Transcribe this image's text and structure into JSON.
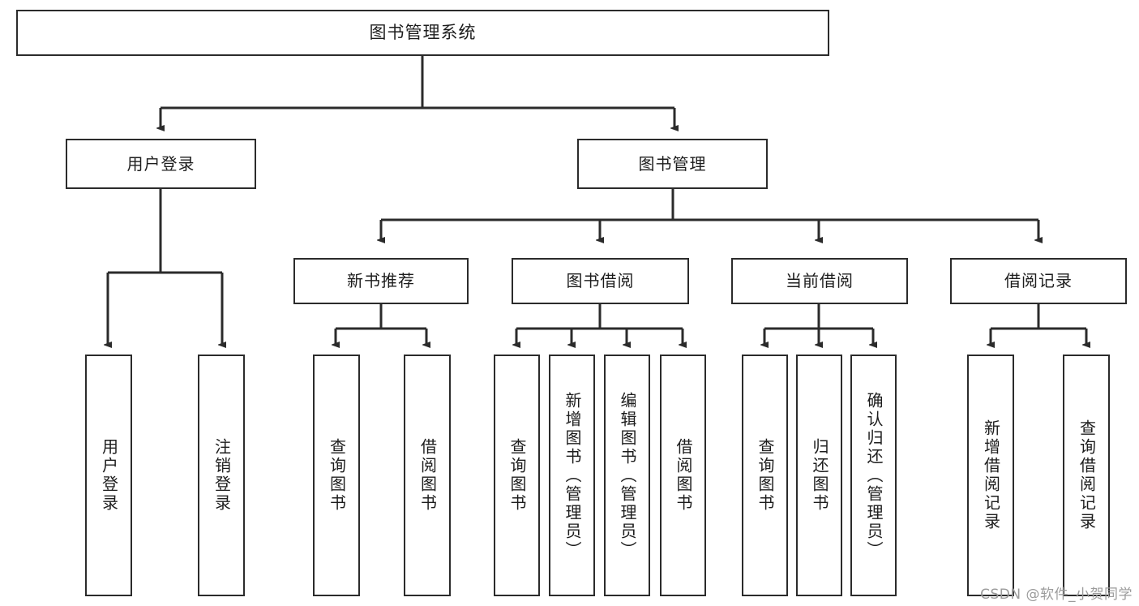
{
  "diagram": {
    "type": "tree-hierarchy",
    "title": "图书管理系统",
    "theme": {
      "background": "#ffffff",
      "box_border": "#2b2b2b",
      "box_fill": "#ffffff",
      "connector": "#2b2b2b",
      "text": "#1d1d1d",
      "watermark": "#9b9b9b"
    },
    "root": {
      "label": "图书管理系统"
    },
    "level2": [
      {
        "label": "用户登录"
      },
      {
        "label": "图书管理"
      }
    ],
    "level3": [
      {
        "label": "新书推荐"
      },
      {
        "label": "图书借阅"
      },
      {
        "label": "当前借阅"
      },
      {
        "label": "借阅记录"
      }
    ],
    "leaves": {
      "user_login": [
        {
          "label": "用户登录"
        },
        {
          "label": "注销登录"
        }
      ],
      "new_book_recommend": [
        {
          "label": "查询图书"
        },
        {
          "label": "借阅图书"
        }
      ],
      "book_borrow": [
        {
          "label": "查询图书"
        },
        {
          "label": "新增图书（管理员）"
        },
        {
          "label": "编辑图书（管理员）"
        },
        {
          "label": "借阅图书"
        }
      ],
      "current_borrow": [
        {
          "label": "查询图书"
        },
        {
          "label": "归还图书"
        },
        {
          "label": "确认归还（管理员）"
        }
      ],
      "borrow_record": [
        {
          "label": "新增借阅记录"
        },
        {
          "label": "查询借阅记录"
        }
      ]
    },
    "watermark": "CSDN @软件_小贺同学"
  }
}
